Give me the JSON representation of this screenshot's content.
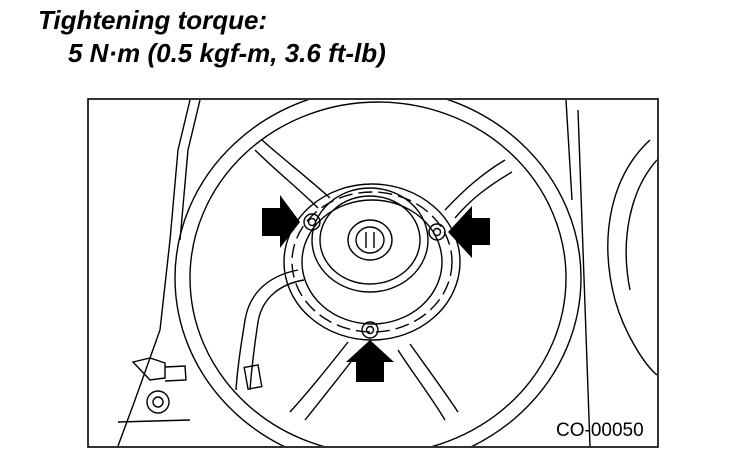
{
  "torque": {
    "title": "Tightening torque:",
    "value": "5 N·m (0.5 kgf-m, 3.6 ft-lb)"
  },
  "figure": {
    "code": "CO-00050",
    "icons": [
      "fan-shroud",
      "fan-motor",
      "bolt-icon",
      "arrow-icon"
    ]
  }
}
